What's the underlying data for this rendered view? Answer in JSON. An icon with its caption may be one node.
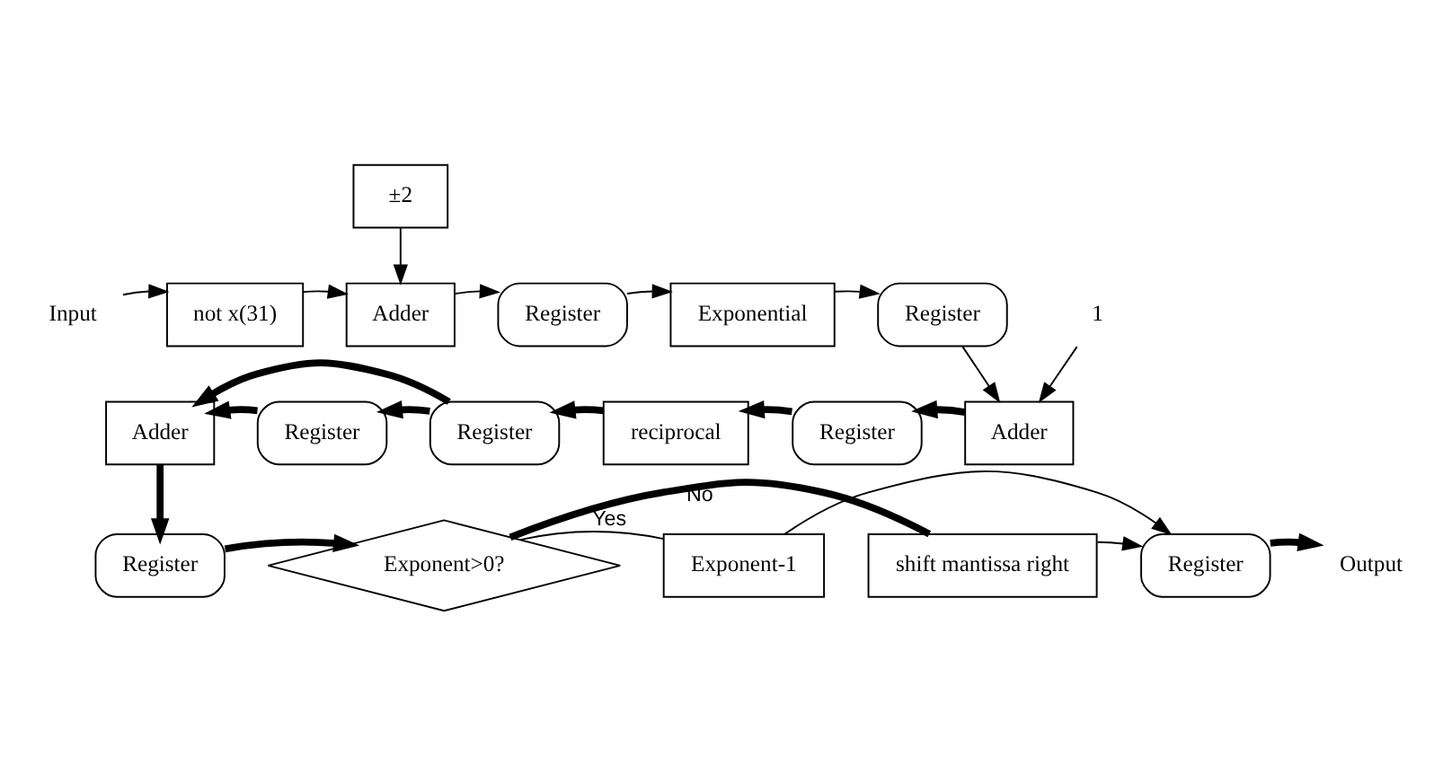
{
  "diagram": {
    "nodes": [
      {
        "text": [
          "Input"
        ]
      },
      {
        "text": [
          "not x(31)"
        ]
      },
      {
        "text": [
          "±2"
        ]
      },
      {
        "text": [
          "Adder"
        ]
      },
      {
        "text": [
          "Register"
        ]
      },
      {
        "text": [
          "Exponential"
        ]
      },
      {
        "text": [
          "Register"
        ]
      },
      {
        "text": [
          "1"
        ]
      },
      {
        "text": [
          "Adder"
        ]
      },
      {
        "text": [
          "Register"
        ]
      },
      {
        "text": [
          "reciprocal"
        ]
      },
      {
        "text": [
          "Register"
        ]
      },
      {
        "text": [
          "Register"
        ]
      },
      {
        "text": [
          "Adder"
        ]
      },
      {
        "text": [
          "Register"
        ]
      },
      {
        "text": [
          "Exponent>0?"
        ]
      },
      {
        "text": [
          "Exponent-1"
        ]
      },
      {
        "text": [
          "shift mantissa right"
        ]
      },
      {
        "text": [
          "Register"
        ]
      },
      {
        "text": [
          "Output"
        ]
      }
    ],
    "edges": [
      {
        "from": 0,
        "to": 1,
        "arrow": "to"
      },
      {
        "from": 1,
        "to": 3,
        "arrow": "to"
      },
      {
        "from": 2,
        "to": 3,
        "arrow": "to"
      },
      {
        "from": 3,
        "to": 4,
        "arrow": "to"
      },
      {
        "from": 4,
        "to": 5,
        "arrow": "to"
      },
      {
        "from": 5,
        "to": 6,
        "arrow": "to"
      },
      {
        "from": 6,
        "to": 8,
        "arrow": "to"
      },
      {
        "from": 7,
        "to": 8,
        "arrow": "to"
      },
      {
        "from": 8,
        "to": 9,
        "arrow": "to",
        "style": "thick"
      },
      {
        "from": 9,
        "to": 10,
        "arrow": "to",
        "style": "thick"
      },
      {
        "from": 10,
        "to": 11,
        "arrow": "to",
        "style": "thick"
      },
      {
        "from": 11,
        "to": 12,
        "arrow": "to",
        "style": "thick"
      },
      {
        "from": 12,
        "to": 13,
        "arrow": "to",
        "style": "thick"
      },
      {
        "from": 11,
        "to": 13,
        "arrow": "to",
        "style": "thick"
      },
      {
        "from": 13,
        "to": 14,
        "arrow": "to",
        "style": "thick"
      },
      {
        "from": 14,
        "to": 15,
        "arrow": "to",
        "style": "thick"
      },
      {
        "from": 15,
        "to": 16,
        "arrow": "none",
        "label": "Yes"
      },
      {
        "from": 15,
        "to": 17,
        "arrow": "none",
        "label": "No",
        "style": "thick"
      },
      {
        "from": 16,
        "to": 18,
        "arrow": "to"
      },
      {
        "from": 17,
        "to": 18,
        "arrow": "to"
      },
      {
        "from": 18,
        "to": 19,
        "arrow": "to",
        "style": "thick"
      }
    ]
  }
}
